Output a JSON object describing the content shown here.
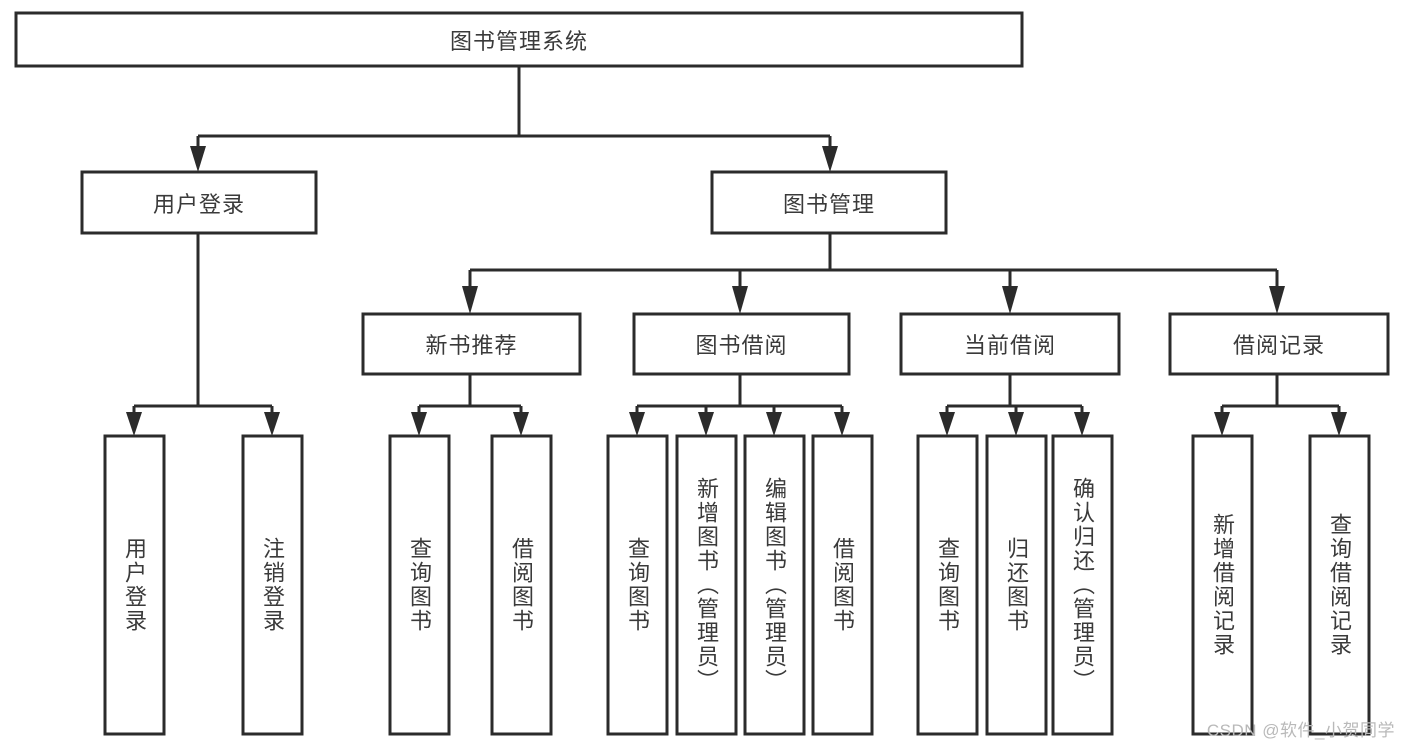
{
  "diagram": {
    "type": "tree-hierarchy",
    "title": "图书管理系统",
    "watermark": "CSDN @软件_小贺同学",
    "colors": {
      "stroke": "#2b2b2b",
      "box_fill": "#ffffff",
      "text": "#3a3a3a",
      "background": "#ffffff",
      "watermark": "#b9b9b9"
    },
    "levels": {
      "root": {
        "label": "图书管理系统"
      },
      "level2": [
        {
          "id": "user-login",
          "label": "用户登录"
        },
        {
          "id": "book-management",
          "label": "图书管理"
        }
      ],
      "level3": [
        {
          "id": "new-book-recommend",
          "label": "新书推荐",
          "parent": "book-management"
        },
        {
          "id": "book-borrow",
          "label": "图书借阅",
          "parent": "book-management"
        },
        {
          "id": "current-borrow",
          "label": "当前借阅",
          "parent": "book-management"
        },
        {
          "id": "borrow-record",
          "label": "借阅记录",
          "parent": "book-management"
        }
      ],
      "leaves": [
        {
          "id": "leaf-user-login",
          "label": "用户登录",
          "parent": "user-login"
        },
        {
          "id": "leaf-logout-login",
          "label": "注销登录",
          "parent": "user-login"
        },
        {
          "id": "leaf-query-book-1",
          "label": "查询图书",
          "parent": "new-book-recommend"
        },
        {
          "id": "leaf-borrow-book-1",
          "label": "借阅图书",
          "parent": "new-book-recommend"
        },
        {
          "id": "leaf-query-book-2",
          "label": "查询图书",
          "parent": "book-borrow"
        },
        {
          "id": "leaf-add-book",
          "label": "新增图书（管理员）",
          "parent": "book-borrow"
        },
        {
          "id": "leaf-edit-book",
          "label": "编辑图书（管理员）",
          "parent": "book-borrow"
        },
        {
          "id": "leaf-borrow-book-2",
          "label": "借阅图书",
          "parent": "book-borrow"
        },
        {
          "id": "leaf-query-book-3",
          "label": "查询图书",
          "parent": "current-borrow"
        },
        {
          "id": "leaf-return-book",
          "label": "归还图书",
          "parent": "current-borrow"
        },
        {
          "id": "leaf-confirm-return",
          "label": "确认归还（管理员）",
          "parent": "current-borrow"
        },
        {
          "id": "leaf-add-record",
          "label": "新增借阅记录",
          "parent": "borrow-record"
        },
        {
          "id": "leaf-query-record",
          "label": "查询借阅记录",
          "parent": "borrow-record"
        }
      ]
    }
  }
}
